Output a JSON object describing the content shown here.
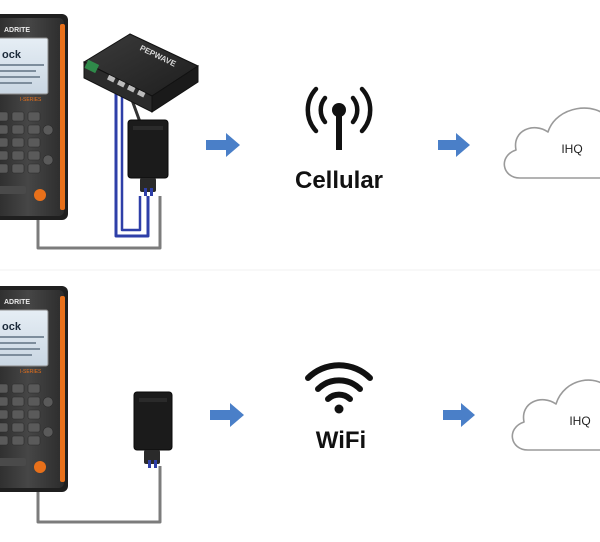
{
  "rows": [
    {
      "connection_label": "Cellular",
      "cloud_label": "IHQ",
      "terminal": {
        "brand_text": "ADRITE",
        "screen_text": "ock",
        "model_text": "I-SERIES"
      },
      "router": {
        "brand_text": "PEPWAVE",
        "included": true
      },
      "icon": "cellular-tower-icon"
    },
    {
      "connection_label": "WiFi",
      "cloud_label": "IHQ",
      "terminal": {
        "brand_text": "ADRITE",
        "screen_text": "ock",
        "model_text": "I-SERIES"
      },
      "router": {
        "included": false
      },
      "icon": "wifi-icon"
    }
  ],
  "colors": {
    "arrow": "#4A7FC8",
    "cable_blue": "#2E3FA8",
    "cable_gray": "#7C7C7C",
    "terminal_accent": "#E8701A",
    "terminal_body": "#3A3A3A",
    "cloud_stroke": "#9A9A9A"
  }
}
